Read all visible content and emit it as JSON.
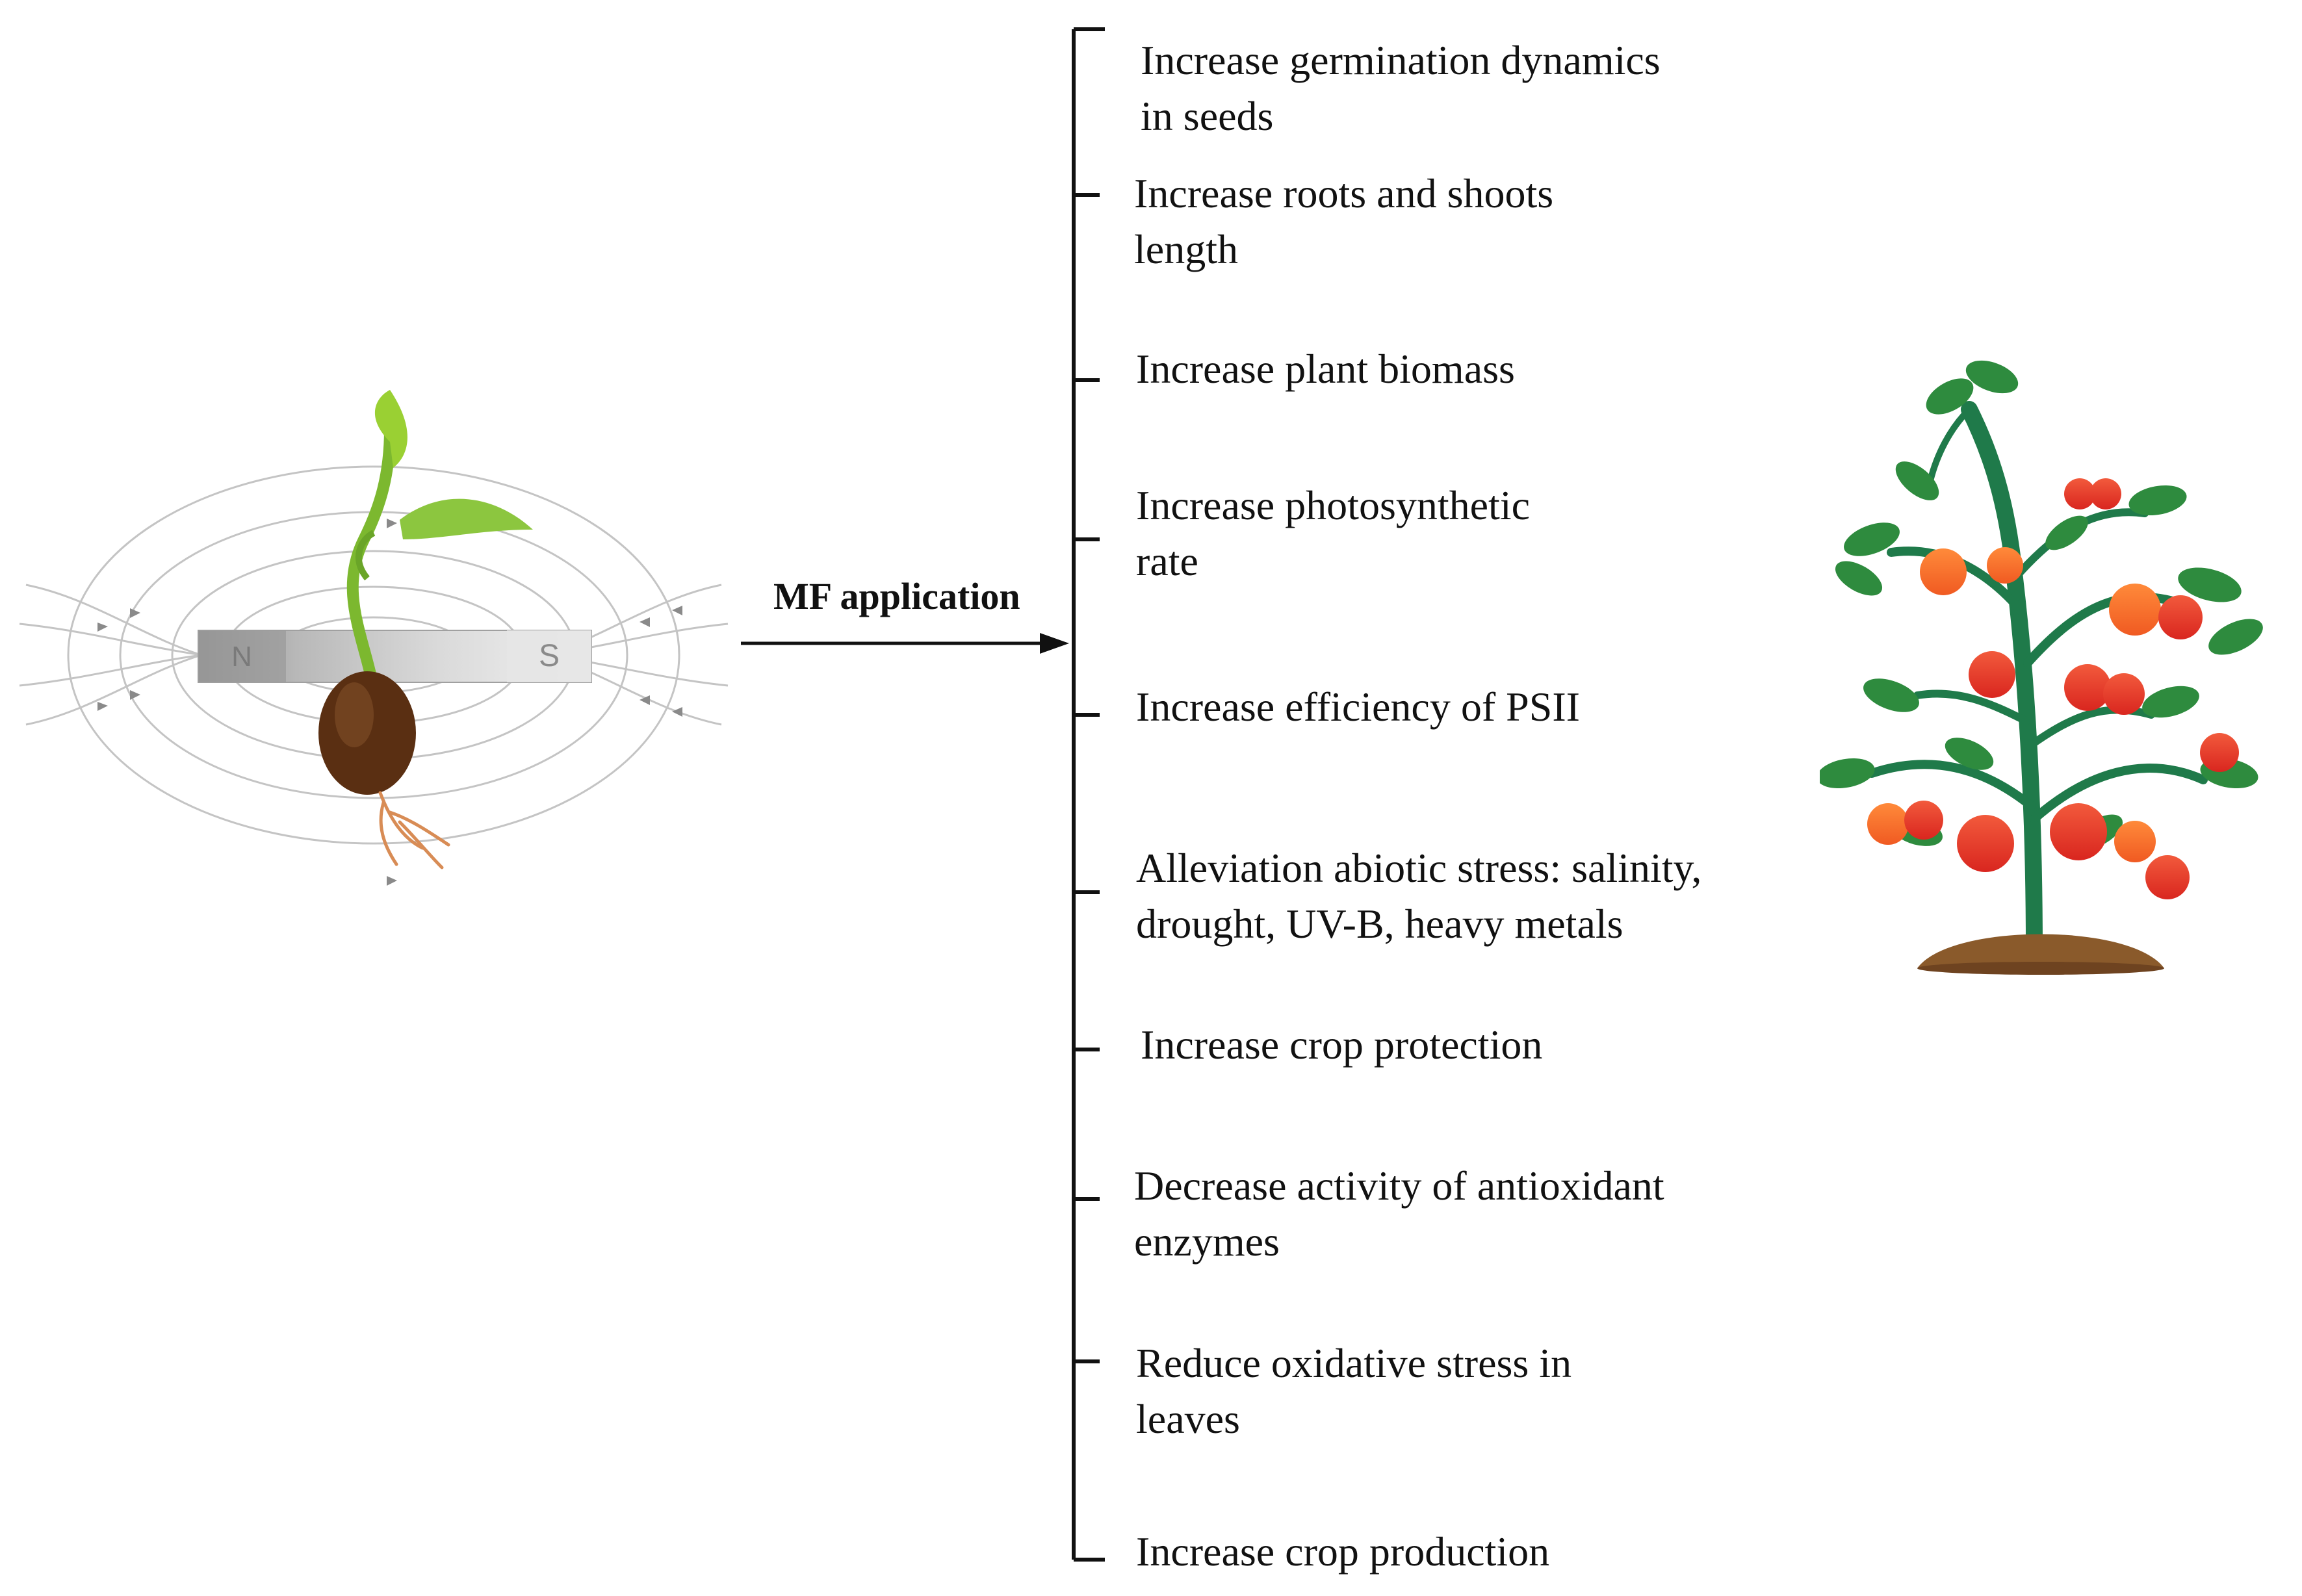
{
  "arrow_label": "MF application",
  "magnet": {
    "pole_left": "N",
    "pole_right": "S"
  },
  "effects": [
    {
      "lines": [
        "Increase germination dynamics",
        "in seeds"
      ]
    },
    {
      "lines": [
        "Increase roots and shoots",
        "length"
      ]
    },
    {
      "lines": [
        "Increase plant biomass"
      ]
    },
    {
      "lines": [
        "Increase photosynthetic",
        "rate"
      ]
    },
    {
      "lines": [
        "Increase efficiency of PSII"
      ]
    },
    {
      "lines": [
        "Alleviation abiotic stress: salinity,",
        "drought, UV-B, heavy metals"
      ]
    },
    {
      "lines": [
        "Increase crop protection"
      ]
    },
    {
      "lines": [
        "Decrease activity of antioxidant",
        "enzymes"
      ]
    },
    {
      "lines": [
        "Reduce oxidative stress in",
        "leaves"
      ]
    },
    {
      "lines": [
        "Increase crop production"
      ]
    }
  ],
  "colors": {
    "line": "#111111",
    "field_lines": "#bdbdbd",
    "seed": "#5a2f12",
    "sprout": "#8cc63f",
    "tomato": "#e8372c",
    "stem": "#1f7a4a",
    "soil": "#8a5a2b"
  },
  "icons": {
    "seedling": "seedling-in-magnetic-field-illustration",
    "plant": "tomato-plant-illustration"
  }
}
